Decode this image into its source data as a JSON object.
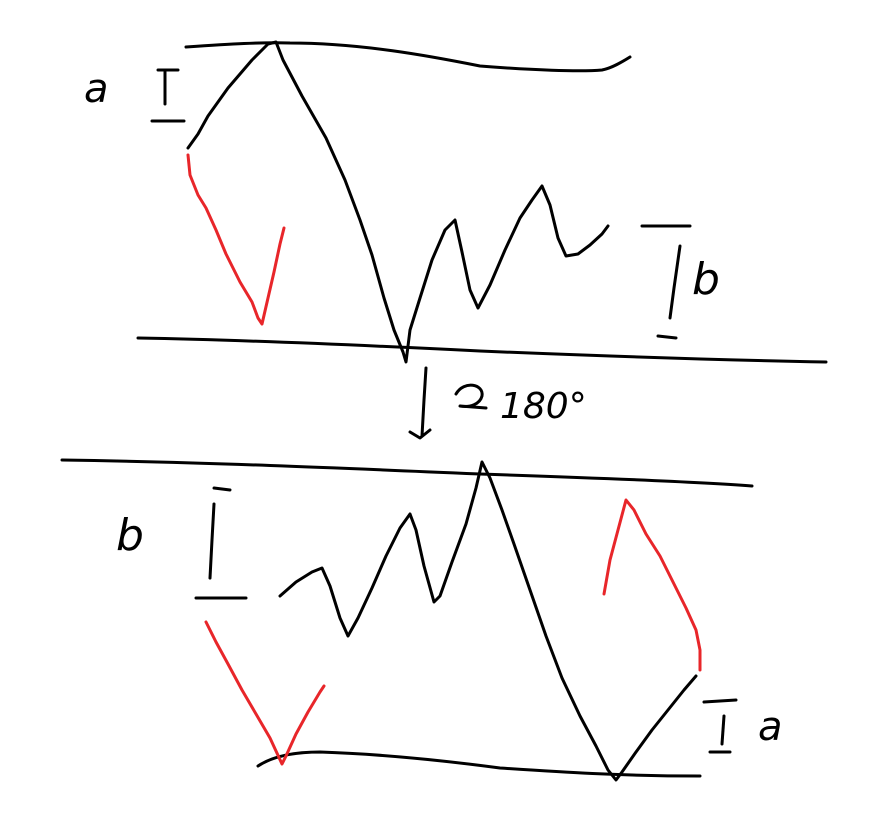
{
  "labels": {
    "top_left": "a",
    "top_right": "b",
    "bottom_left": "b",
    "bottom_right": "a",
    "rotation": "180°"
  },
  "colors": {
    "ink": "#000000",
    "highlight": "#e8262a",
    "background": "#ffffff"
  },
  "icons": {
    "rotate": "rotate-arrow-icon",
    "down_arrow": "down-arrow-icon"
  }
}
